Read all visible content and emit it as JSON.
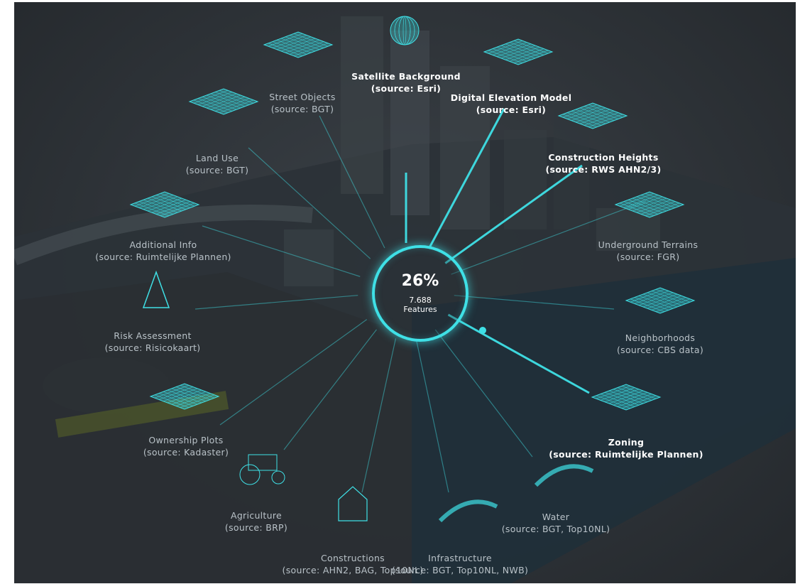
{
  "hub": {
    "percent": "26%",
    "count": "7.688",
    "unit": "Features"
  },
  "colors": {
    "accent": "#3fe0e6",
    "background": "#2e3338",
    "label": "#b9c2c8",
    "active_label": "#ffffff"
  },
  "layers": [
    {
      "id": "satellite",
      "name": "Satellite Background",
      "source": "(source: Esri)",
      "active": true,
      "icon": "globe-satellite-icon"
    },
    {
      "id": "elevation",
      "name": "Digital Elevation Model",
      "source": "(source: Esri)",
      "active": true,
      "icon": "terrain-grid-icon"
    },
    {
      "id": "heights",
      "name": "Construction Heights",
      "source": "(source: RWS AHN2/3)",
      "active": true,
      "icon": "buildings-grid-icon"
    },
    {
      "id": "underground",
      "name": "Underground Terrains",
      "source": "(source: FGR)",
      "active": false,
      "icon": "terrain-grid-icon"
    },
    {
      "id": "neighborhoods",
      "name": "Neighborhoods",
      "source": "(source: CBS data)",
      "active": false,
      "icon": "terrain-grid-icon"
    },
    {
      "id": "zoning",
      "name": "Zoning",
      "source": "(source: Ruimtelijke Plannen)",
      "active": true,
      "icon": "terrain-grid-icon"
    },
    {
      "id": "water",
      "name": "Water",
      "source": "(source: BGT, Top10NL)",
      "active": false,
      "icon": "water-wave-icon"
    },
    {
      "id": "infrastructure",
      "name": "Infrastructure",
      "source": "(source: BGT, Top10NL, NWB)",
      "active": false,
      "icon": "road-bridge-icon"
    },
    {
      "id": "constructions",
      "name": "Constructions",
      "source": "(source: AHN2, BAG, Top10NL)",
      "active": false,
      "icon": "house-icon"
    },
    {
      "id": "agriculture",
      "name": "Agriculture",
      "source": "(source: BRP)",
      "active": false,
      "icon": "tractor-icon"
    },
    {
      "id": "ownership",
      "name": "Ownership Plots",
      "source": "(source: Kadaster)",
      "active": false,
      "icon": "plot-grid-icon"
    },
    {
      "id": "risk",
      "name": "Risk Assessment",
      "source": "(source: Risicokaart)",
      "active": false,
      "icon": "warning-triangle-icon"
    },
    {
      "id": "additional",
      "name": "Additional Info",
      "source": "(source: Ruimtelijke Plannen)",
      "active": false,
      "icon": "terrain-grid-icon"
    },
    {
      "id": "landuse",
      "name": "Land Use",
      "source": "(source: BGT)",
      "active": false,
      "icon": "tree-grid-icon"
    },
    {
      "id": "streetobjects",
      "name": "Street Objects",
      "source": "(source: BGT)",
      "active": false,
      "icon": "streetlight-grid-icon"
    }
  ]
}
